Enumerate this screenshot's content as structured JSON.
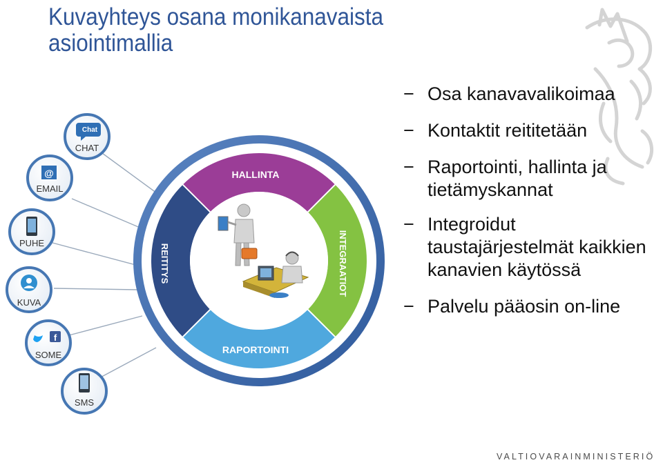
{
  "title": {
    "line1": "Kuvayhteys osana monikanavaista",
    "line2": "asiointimallia"
  },
  "channels": [
    {
      "label": "CHAT",
      "icon": "chat-icon",
      "icon_text": "Chat"
    },
    {
      "label": "EMAIL",
      "icon": "email-icon",
      "icon_text": "@"
    },
    {
      "label": "PUHE",
      "icon": "phone-icon"
    },
    {
      "label": "KUVA",
      "icon": "video-icon"
    },
    {
      "label": "SOME",
      "icon": "social-media-icon"
    },
    {
      "label": "SMS",
      "icon": "sms-icon"
    }
  ],
  "wheel": {
    "top": "HALLINTA",
    "right": "INTEGRAATIOT",
    "bottom": "RAPORTOINTI",
    "left": "REITITYS",
    "colors": {
      "top": "#9b3d97",
      "right": "#84c242",
      "bottom": "#4fa8de",
      "left": "#2f4c86",
      "ring": "#3a67a9"
    }
  },
  "bullets": [
    "Osa kanavavalikoimaa",
    "Kontaktit reititetään",
    "Raportointi, hallinta ja tietämyskannat",
    "Integroidut taustajärjestelmät kaikkien kanavien käytössä",
    "Palvelu pääosin on-line"
  ],
  "footer": "VALTIOVARAINMINISTERIÖ",
  "colors": {
    "title": "#2f5597"
  }
}
